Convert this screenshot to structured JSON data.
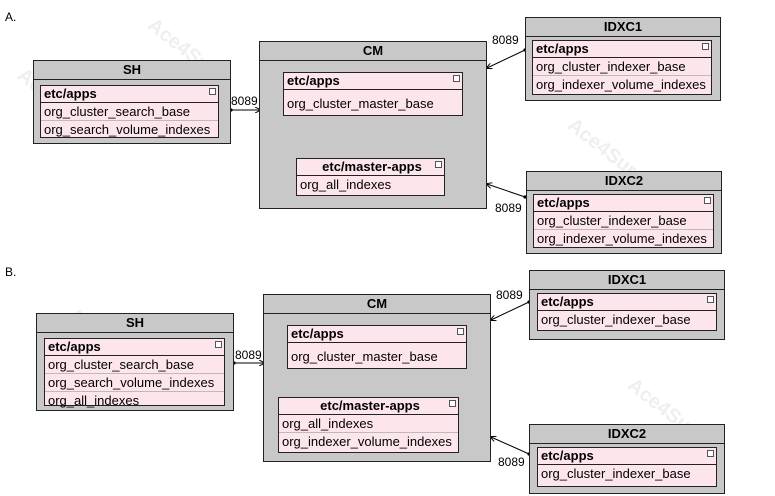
{
  "watermark": "Ace4Sure",
  "sections": {
    "a": {
      "label": "A.",
      "sh": {
        "title": "SH",
        "folder": {
          "title": "etc/apps",
          "items": [
            "org_cluster_search_base",
            "org_search_volume_indexes"
          ]
        }
      },
      "cm": {
        "title": "CM",
        "apps": {
          "title": "etc/apps",
          "items": [
            "org_cluster_master_base"
          ]
        },
        "master": {
          "title": "etc/master-apps",
          "items": [
            "org_all_indexes"
          ]
        }
      },
      "idxc1": {
        "title": "IDXC1",
        "folder": {
          "title": "etc/apps",
          "items": [
            "org_cluster_indexer_base",
            "org_indexer_volume_indexes"
          ]
        }
      },
      "idxc2": {
        "title": "IDXC2",
        "folder": {
          "title": "etc/apps",
          "items": [
            "org_cluster_indexer_base",
            "org_indexer_volume_indexes"
          ]
        }
      },
      "ports": {
        "sh_cm": "8089",
        "idxc1_cm": "8089",
        "idxc2_cm": "8089"
      }
    },
    "b": {
      "label": "B.",
      "sh": {
        "title": "SH",
        "folder": {
          "title": "etc/apps",
          "items": [
            "org_cluster_search_base",
            "org_search_volume_indexes",
            "org_all_indexes"
          ]
        }
      },
      "cm": {
        "title": "CM",
        "apps": {
          "title": "etc/apps",
          "items": [
            "org_cluster_master_base"
          ]
        },
        "master": {
          "title": "etc/master-apps",
          "items": [
            "org_all_indexes",
            "org_indexer_volume_indexes"
          ]
        }
      },
      "idxc1": {
        "title": "IDXC1",
        "folder": {
          "title": "etc/apps",
          "items": [
            "org_cluster_indexer_base"
          ]
        }
      },
      "idxc2": {
        "title": "IDXC2",
        "folder": {
          "title": "etc/apps",
          "items": [
            "org_cluster_indexer_base"
          ]
        }
      },
      "ports": {
        "sh_cm": "8089",
        "idxc1_cm": "8089",
        "idxc2_cm": "8089"
      }
    }
  }
}
